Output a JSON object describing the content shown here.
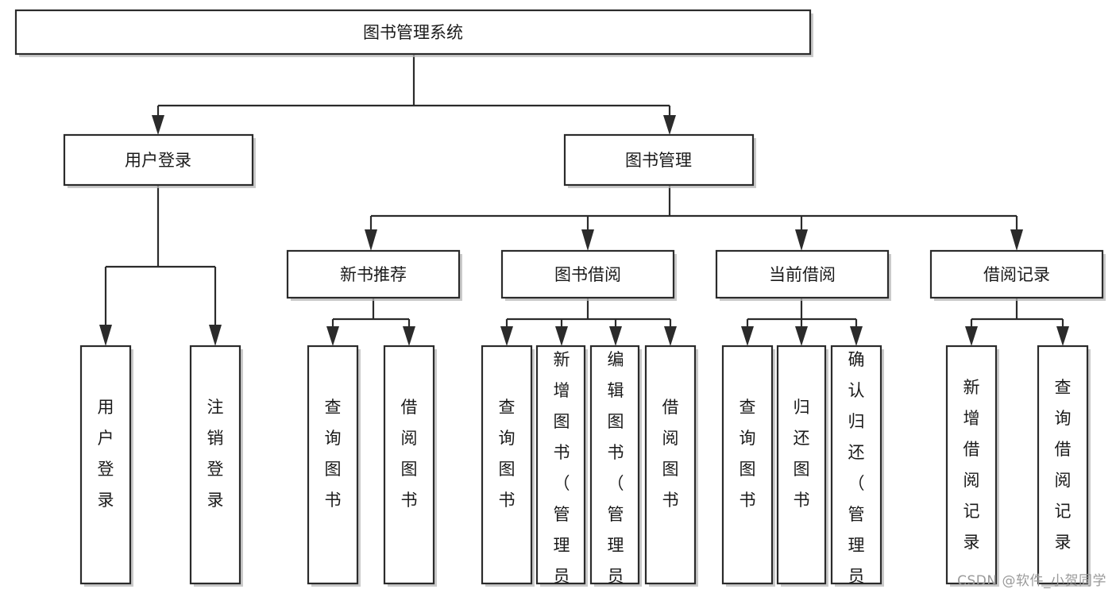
{
  "diagram": {
    "title": "图书管理系统",
    "type": "hierarchy-tree",
    "watermark": "CSDN @软件_小贺同学",
    "colors": {
      "box_stroke": "#2b2b2b",
      "box_fill": "#ffffff",
      "connector": "#2b2b2b",
      "background": "#ffffff",
      "watermark": "#9a9a9a"
    },
    "levels": {
      "root": {
        "label": "图书管理系统"
      },
      "level2": [
        {
          "label": "用户登录"
        },
        {
          "label": "图书管理"
        }
      ],
      "level3": [
        {
          "label": "新书推荐"
        },
        {
          "label": "图书借阅"
        },
        {
          "label": "当前借阅"
        },
        {
          "label": "借阅记录"
        }
      ],
      "leaves": {
        "user_login": [
          {
            "label": "用户登录"
          },
          {
            "label": "注销登录"
          }
        ],
        "new_book_recommend": [
          {
            "label": "查询图书"
          },
          {
            "label": "借阅图书"
          }
        ],
        "book_borrow": [
          {
            "label": "查询图书"
          },
          {
            "label": "新增图书（管理员）"
          },
          {
            "label": "编辑图书（管理员）"
          },
          {
            "label": "借阅图书"
          }
        ],
        "current_borrow": [
          {
            "label": "查询图书"
          },
          {
            "label": "归还图书"
          },
          {
            "label": "确认归还（管理员）"
          }
        ],
        "borrow_records": [
          {
            "label": "新增借阅记录"
          },
          {
            "label": "查询借阅记录"
          }
        ]
      }
    }
  }
}
